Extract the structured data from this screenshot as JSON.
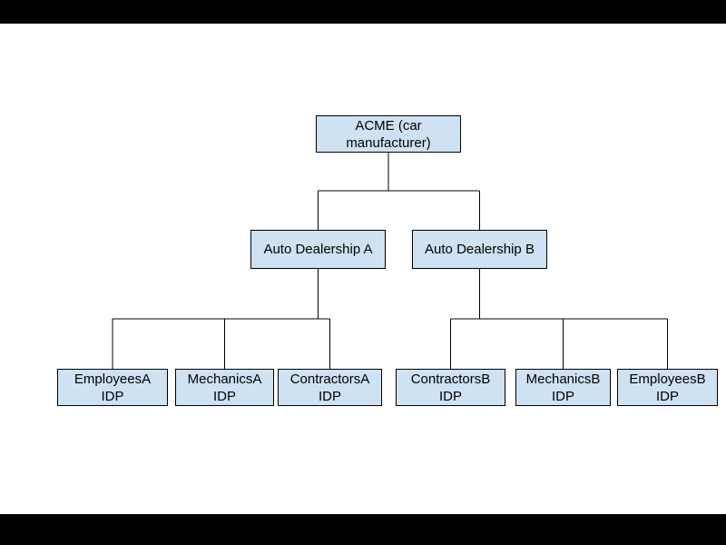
{
  "diagram": {
    "type": "org-tree",
    "colors": {
      "slide_background": "#ffffff",
      "letterbox": "#000000",
      "box_fill": "#cfe2f3",
      "box_border": "#000000",
      "connector": "#000000",
      "text": "#000000"
    },
    "root": {
      "label": "ACME (car\nmanufacturer)"
    },
    "dealerships": [
      {
        "label": "Auto Dealership A"
      },
      {
        "label": "Auto Dealership B"
      }
    ],
    "idps": [
      {
        "label": "EmployeesA\nIDP"
      },
      {
        "label": "MechanicsA\nIDP"
      },
      {
        "label": "ContractorsA\nIDP"
      },
      {
        "label": "ContractorsB\nIDP"
      },
      {
        "label": "MechanicsB\nIDP"
      },
      {
        "label": "EmployeesB\nIDP"
      }
    ],
    "edges": [
      [
        "ACME (car manufacturer)",
        "Auto Dealership A"
      ],
      [
        "ACME (car manufacturer)",
        "Auto Dealership B"
      ],
      [
        "Auto Dealership A",
        "EmployeesA IDP"
      ],
      [
        "Auto Dealership A",
        "MechanicsA IDP"
      ],
      [
        "Auto Dealership A",
        "ContractorsA IDP"
      ],
      [
        "Auto Dealership B",
        "ContractorsB IDP"
      ],
      [
        "Auto Dealership B",
        "MechanicsB IDP"
      ],
      [
        "Auto Dealership B",
        "EmployeesB IDP"
      ]
    ]
  }
}
